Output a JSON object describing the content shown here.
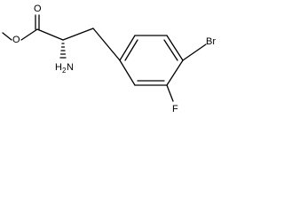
{
  "molecule": {
    "atoms": {
      "carbonyl_oxygen": "O",
      "ester_oxygen": "O",
      "amine_nitrogen": "N",
      "amine_hydrogen": "H",
      "amine_count": "2",
      "bromine": "Br",
      "fluorine": "F"
    }
  },
  "colors": {
    "bond": "#000000",
    "label": "#000000",
    "background": "#ffffff"
  }
}
